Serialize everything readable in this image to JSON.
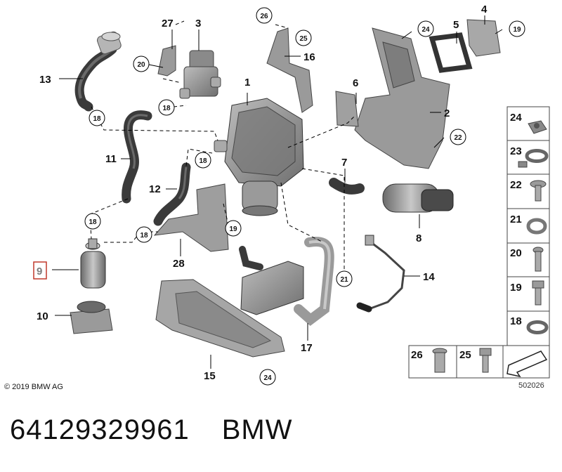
{
  "callouts": {
    "c1": "1",
    "c2": "2",
    "c3": "3",
    "c4": "4",
    "c5": "5",
    "c6": "6",
    "c7": "7",
    "c8": "8",
    "c9": "9",
    "c10": "10",
    "c11": "11",
    "c12": "12",
    "c13": "13",
    "c14": "14",
    "c15": "15",
    "c16": "16",
    "c17": "17",
    "c27": "27",
    "c28": "28"
  },
  "circled": {
    "r18": "18",
    "r19": "19",
    "r20": "20",
    "r21": "21",
    "r22": "22",
    "r24": "24",
    "r25": "25",
    "r26": "26"
  },
  "legend": {
    "side": [
      "24",
      "23",
      "22",
      "21",
      "20",
      "19",
      "18"
    ],
    "bottom": [
      "26",
      "25"
    ]
  },
  "copyright": "© 2019 BMW AG",
  "diagram_number": "502026",
  "caption": {
    "part_number": "64129329961",
    "brand": "BMW"
  },
  "colors": {
    "parts_gray": "#8c8c8c",
    "dark_gray": "#505050",
    "line": "#000000",
    "highlight_box": "#c0392b",
    "highlight_text": "#7d7d7d"
  }
}
